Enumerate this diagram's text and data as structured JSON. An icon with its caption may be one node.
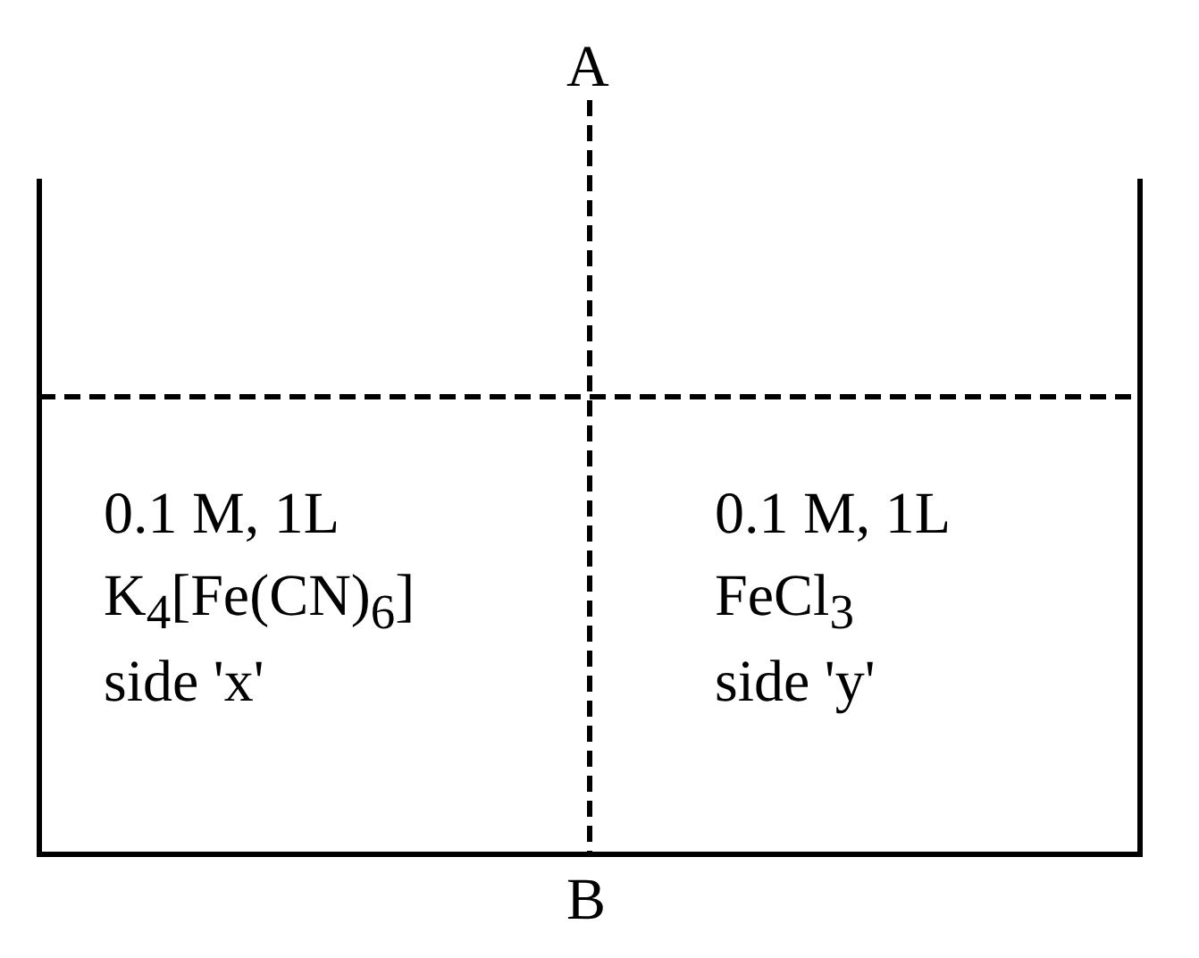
{
  "diagram": {
    "labels": [
      "A",
      "0.1 M, 1L",
      "K$_{4}$[Fe(CN)$_{6}$]",
      "side 'x'",
      "0.1 M, 1L",
      "FeCl$_{3}$",
      "side 'y'",
      "B"
    ]
  }
}
